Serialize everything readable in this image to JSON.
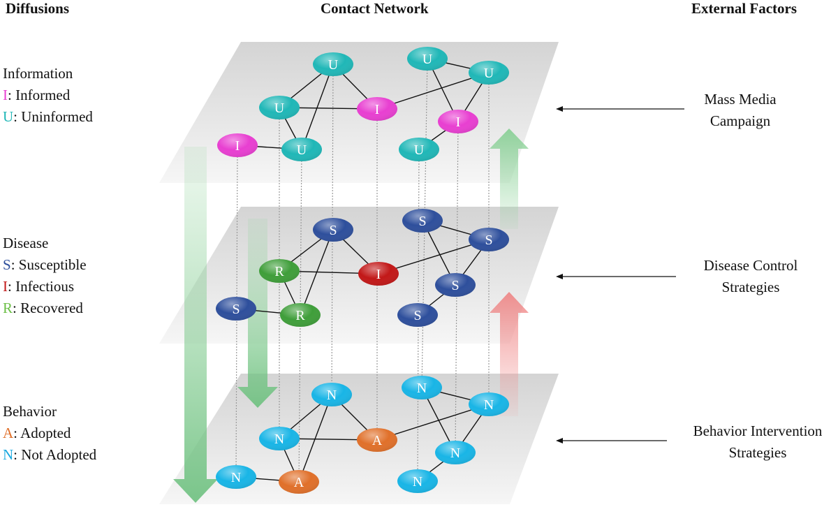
{
  "headers": {
    "diffusions": "Diffusions",
    "contact_network": "Contact Network",
    "external_factors": "External Factors"
  },
  "legend": {
    "information": {
      "title": "Information",
      "items": [
        {
          "code": "I",
          "text": ": Informed",
          "color": "#e83fd1"
        },
        {
          "code": "U",
          "text": ": Uninformed",
          "color": "#20b7b7"
        }
      ]
    },
    "disease": {
      "title": "Disease",
      "items": [
        {
          "code": "S",
          "text": ": Susceptible",
          "color": "#2e4f9c"
        },
        {
          "code": "I",
          "text": ": Infectious",
          "color": "#c21818"
        },
        {
          "code": "R",
          "text": ": Recovered",
          "color": "#6cbf47"
        }
      ]
    },
    "behavior": {
      "title": "Behavior",
      "items": [
        {
          "code": "A",
          "text": ": Adopted",
          "color": "#e0702a"
        },
        {
          "code": "N",
          "text": ": Not Adopted",
          "color": "#19a9e0"
        }
      ]
    }
  },
  "external_factors": {
    "information": [
      "Mass Media",
      "Campaign"
    ],
    "disease": [
      "Disease Control",
      "Strategies"
    ],
    "behavior": [
      "Behavior Intervention",
      "Strategies"
    ]
  },
  "colors": {
    "informed": "#e83fd1",
    "uninformed": "#20b7b7",
    "susceptible": "#2e4f9c",
    "infectious": "#c21818",
    "recovered": "#3f9e3a",
    "adopted": "#e0702a",
    "not_adopted": "#19b5e6",
    "green_arrow": "#8fd39a",
    "red_arrow": "#f08a8a",
    "plane": "#e6e6e6"
  },
  "layers": {
    "information": {
      "states": [
        "U",
        "U",
        "I",
        "U",
        "I",
        "U",
        "U",
        "I",
        "U"
      ],
      "kinds": [
        "uninformed",
        "uninformed",
        "informed",
        "uninformed",
        "informed",
        "uninformed",
        "uninformed",
        "informed",
        "uninformed"
      ]
    },
    "disease": {
      "states": [
        "S",
        "R",
        "I",
        "R",
        "S",
        "S",
        "S",
        "S",
        "S"
      ],
      "kinds": [
        "susceptible",
        "recovered",
        "infectious",
        "recovered",
        "susceptible",
        "susceptible",
        "susceptible",
        "susceptible",
        "susceptible"
      ]
    },
    "behavior": {
      "states": [
        "N",
        "N",
        "A",
        "A",
        "N",
        "N",
        "N",
        "N",
        "N"
      ],
      "kinds": [
        "not_adopted",
        "not_adopted",
        "adopted",
        "adopted",
        "not_adopted",
        "not_adopted",
        "not_adopted",
        "not_adopted",
        "not_adopted"
      ]
    }
  }
}
